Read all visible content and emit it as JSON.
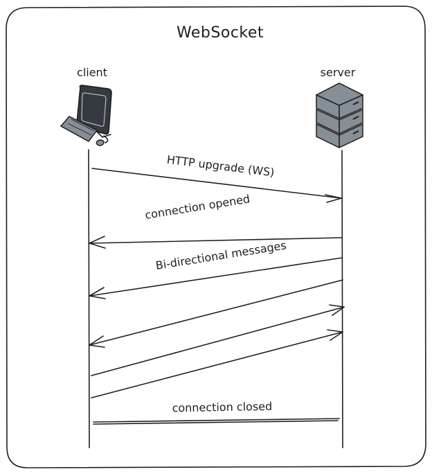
{
  "diagram": {
    "title": "WebSocket",
    "actors": {
      "client": {
        "label": "client",
        "icon": "desktop-computer-icon"
      },
      "server": {
        "label": "server",
        "icon": "server-rack-icon"
      }
    },
    "messages": [
      {
        "label": "HTTP upgrade (WS)",
        "from": "client",
        "to": "server"
      },
      {
        "label": "connection opened",
        "from": "server",
        "to": "client"
      },
      {
        "label": "Bi-directional messages",
        "from": "server",
        "to": "client"
      },
      {
        "label": "",
        "from": "server",
        "to": "client"
      },
      {
        "label": "",
        "from": "client",
        "to": "server"
      },
      {
        "label": "",
        "from": "client",
        "to": "server"
      },
      {
        "label": "connection closed",
        "from": "client",
        "to": "server"
      }
    ],
    "colors": {
      "ink": "#1e1e1e",
      "screen": "#343a40",
      "server_fill": "#868e96",
      "background": "#ffffff"
    }
  }
}
